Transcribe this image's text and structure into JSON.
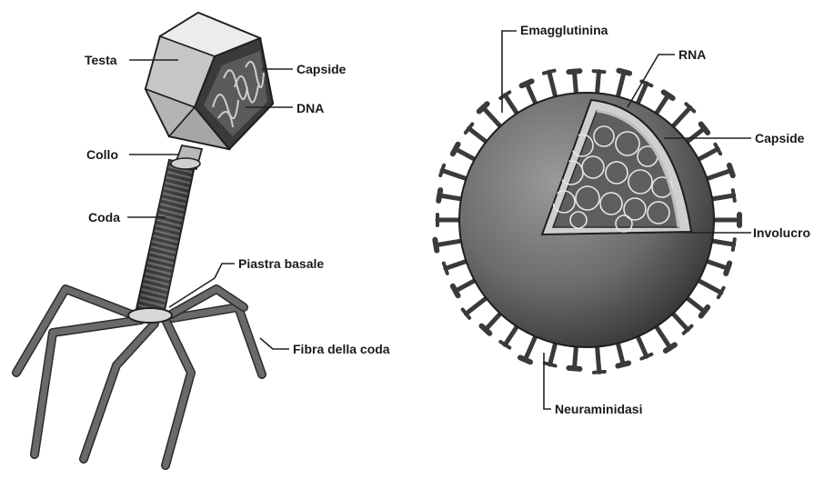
{
  "bacteriophage": {
    "labels": {
      "head": "Testa",
      "capsid": "Capside",
      "dna": "DNA",
      "neck": "Collo",
      "tail": "Coda",
      "base_plate": "Piastra basale",
      "tail_fiber": "Fibra della coda"
    }
  },
  "influenza_virus": {
    "labels": {
      "hemagglutinin": "Emagglutinina",
      "rna": "RNA",
      "capsid": "Capside",
      "envelope": "Involucro",
      "neuraminidase": "Neuraminidasi"
    }
  }
}
